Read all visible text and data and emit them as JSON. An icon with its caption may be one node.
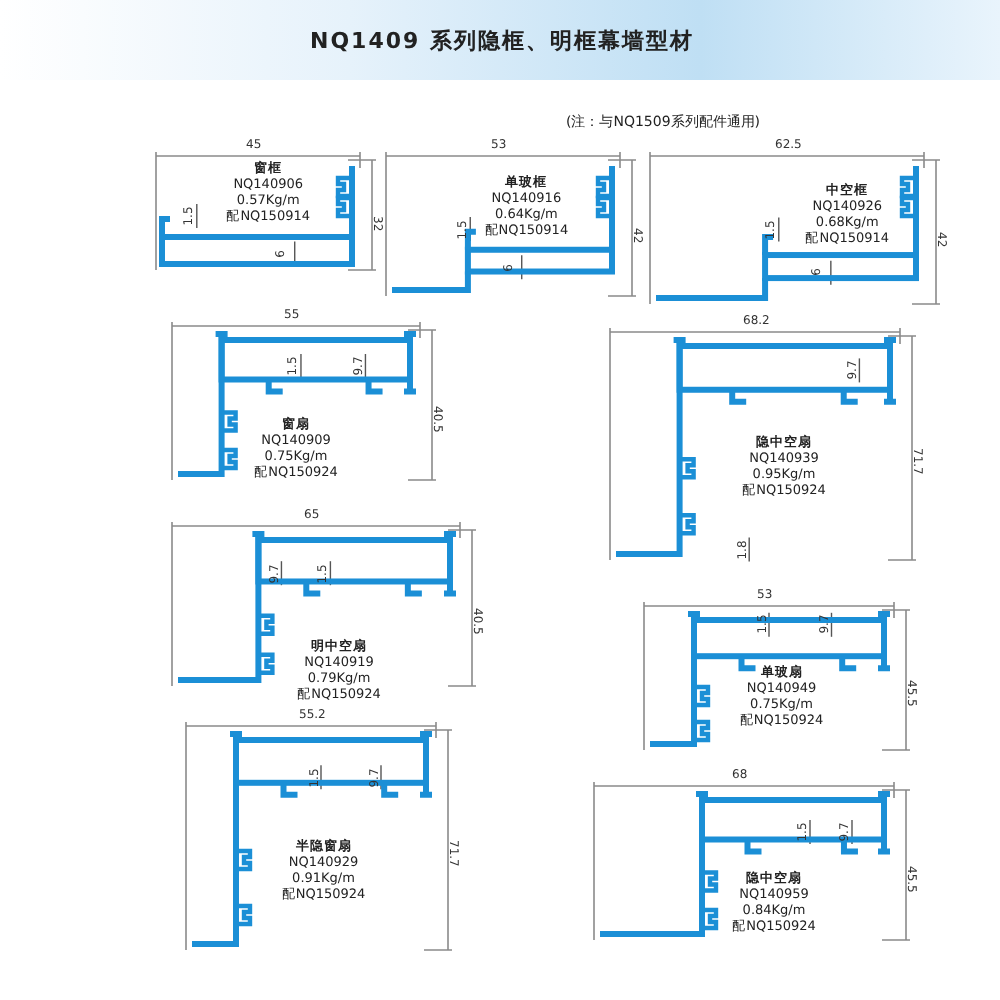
{
  "diagram": {
    "title": "NQ1409 系列隐框、明框幕墙型材",
    "nodes": [
      {
        "text": [
          "窗框",
          "NQ140906",
          "0.57Kg/m",
          "配NQ150914",
          "1.5",
          "6"
        ],
        "beside": [
          "45",
          "32"
        ]
      },
      {
        "text": [
          "单玻框",
          "NQ140916",
          "0.64Kg/m",
          "配NQ150914",
          "1.5",
          "6"
        ],
        "beside": [
          "53",
          "42"
        ]
      },
      {
        "text": [
          "中空框",
          "NQ140926",
          "0.68Kg/m",
          "配NQ150914",
          "1.5",
          "6"
        ],
        "beside": [
          "62.5",
          "42"
        ]
      },
      {
        "text": [
          "窗扇",
          "NQ140909",
          "0.75Kg/m",
          "配NQ150924",
          "1.5",
          "9.7"
        ],
        "beside": [
          "55",
          "40.5"
        ]
      },
      {
        "text": [
          "隐中空扇",
          "NQ140939",
          "0.95Kg/m",
          "配NQ150924",
          "9.7",
          "1.8"
        ],
        "beside": [
          "68.2",
          "71.7"
        ]
      },
      {
        "text": [
          "明中空扇",
          "NQ140919",
          "0.79Kg/m",
          "配NQ150924",
          "9.7",
          "1.5"
        ],
        "beside": [
          "65",
          "40.5"
        ]
      },
      {
        "text": [
          "单玻扇",
          "NQ140949",
          "0.75Kg/m",
          "配NQ150924",
          "1.5",
          "9.7"
        ],
        "beside": [
          "53",
          "45.5"
        ]
      },
      {
        "text": [
          "半隐窗扇",
          "NQ140929",
          "0.91Kg/m",
          "配NQ150924",
          "1.5",
          "9.7"
        ],
        "beside": [
          "55.2",
          "71.7"
        ]
      },
      {
        "text": [
          "隐中空扇",
          "NQ140959",
          "0.84Kg/m",
          "配NQ150924",
          "1.5",
          "9.7"
        ],
        "beside": [
          "68",
          "45.5"
        ]
      }
    ],
    "labels": [
      "(注：与NQ1509系列配件通用)"
    ]
  }
}
